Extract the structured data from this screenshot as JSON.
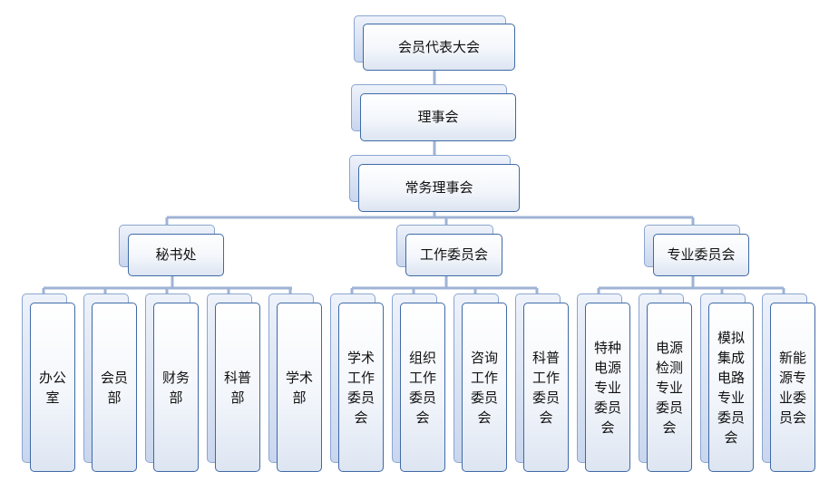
{
  "org_chart": {
    "level1": "会员代表大会",
    "level2": "理事会",
    "level3": "常务理事会",
    "branches": [
      {
        "label": "秘书处",
        "children": [
          "办公室",
          "会员部",
          "财务部",
          "科普部",
          "学术部"
        ]
      },
      {
        "label": "工作委员会",
        "children": [
          "学术工作委员会",
          "组织工作委员会",
          "咨询工作委员会",
          "科普工作委员会"
        ]
      },
      {
        "label": "专业委员会",
        "children": [
          "特种电源专业委员会",
          "电源检测专业委员会",
          "模拟集成电路专业委员会",
          "新能源专业委员会"
        ]
      }
    ]
  },
  "leaf_lines": {
    "secretariat": [
      [
        "办公",
        "室"
      ],
      [
        "会员",
        "部"
      ],
      [
        "财务",
        "部"
      ],
      [
        "科普",
        "部"
      ],
      [
        "学术",
        "部"
      ]
    ],
    "working": [
      [
        "学术",
        "工作",
        "委员",
        "会"
      ],
      [
        "组织",
        "工作",
        "委员",
        "会"
      ],
      [
        "咨询",
        "工作",
        "委员",
        "会"
      ],
      [
        "科普",
        "工作",
        "委员",
        "会"
      ]
    ],
    "professional": [
      [
        "特种",
        "电源",
        "专业",
        "委员",
        "会"
      ],
      [
        "电源",
        "检测",
        "专业",
        "委员",
        "会"
      ],
      [
        "模拟",
        "集成",
        "电路",
        "专业",
        "委员",
        "会"
      ],
      [
        "新能",
        "源专",
        "业委",
        "员会"
      ]
    ]
  },
  "colors": {
    "connector": "#9fb3d6",
    "border": "#3f6aa6"
  }
}
